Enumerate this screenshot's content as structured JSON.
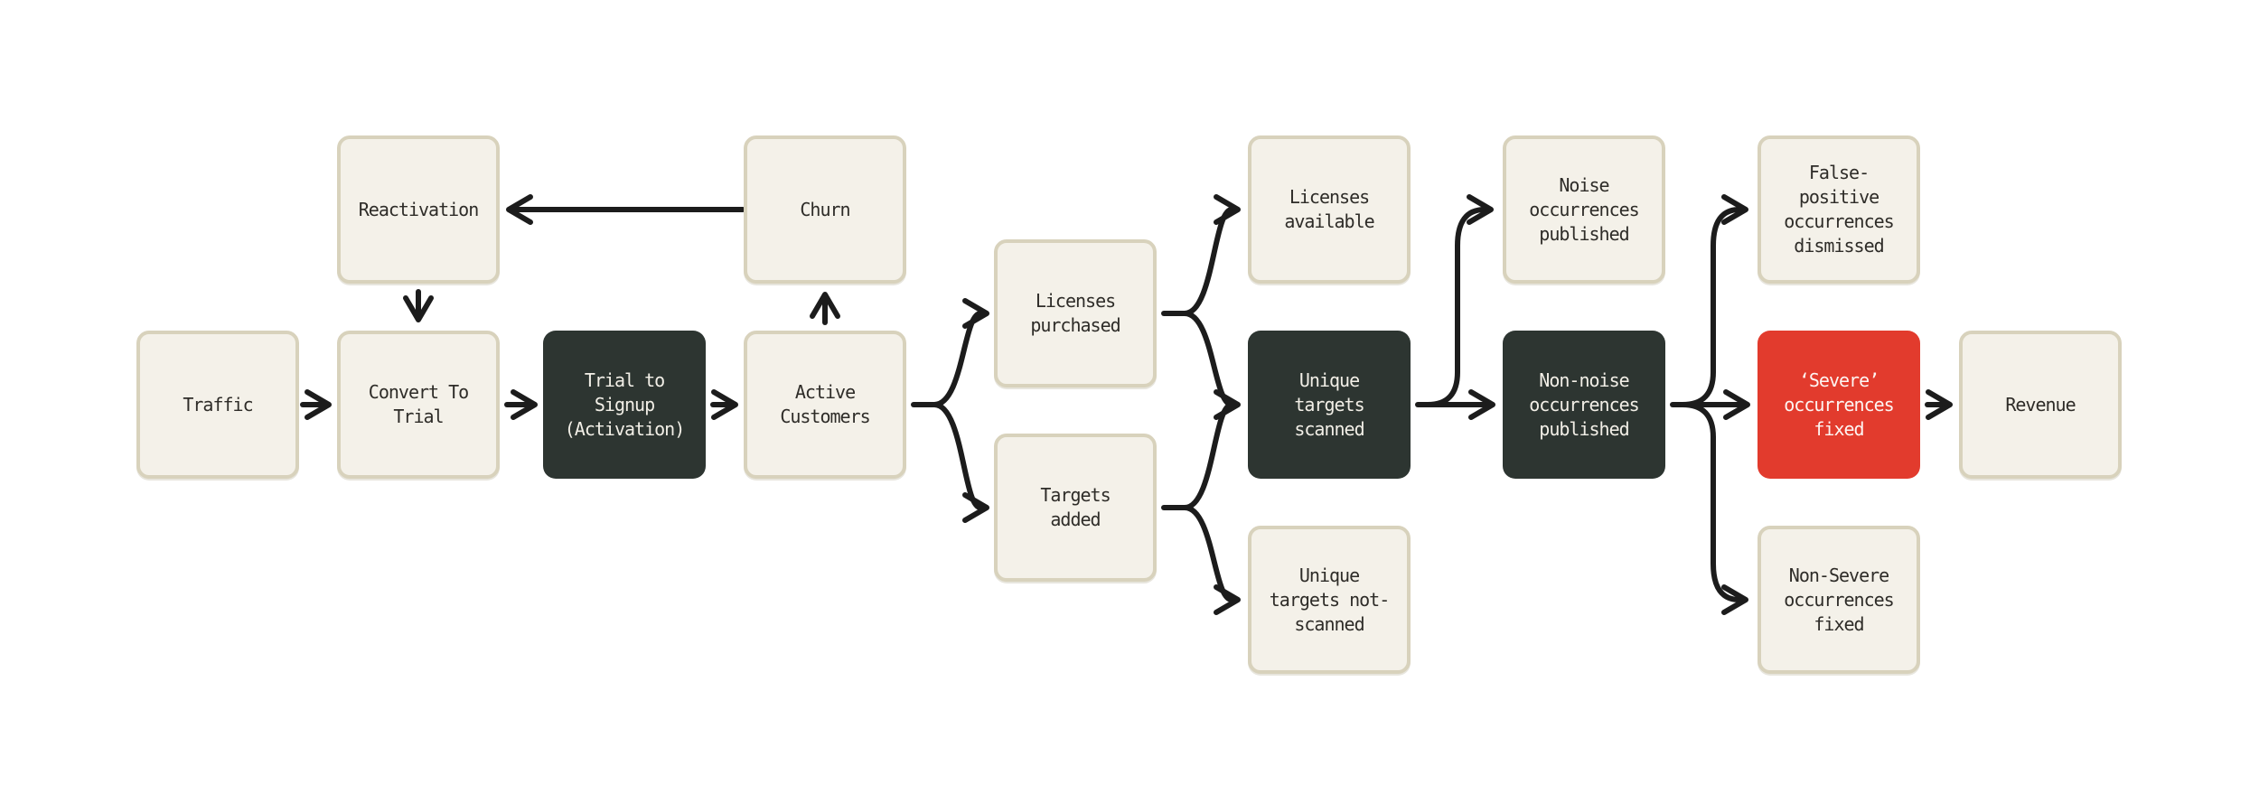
{
  "diagram": {
    "type": "flowchart",
    "background": "#ffffff",
    "nodes": {
      "traffic": {
        "label": "Traffic",
        "variant": "light"
      },
      "convert_to_trial": {
        "label": "Convert To\nTrial",
        "variant": "light"
      },
      "reactivation": {
        "label": "Reactivation",
        "variant": "light"
      },
      "trial_to_signup": {
        "label": "Trial to\nSignup\n(Activation)",
        "variant": "dark"
      },
      "churn": {
        "label": "Churn",
        "variant": "light"
      },
      "active_customers": {
        "label": "Active\nCustomers",
        "variant": "light"
      },
      "licenses_purchased": {
        "label": "Licenses\npurchased",
        "variant": "light"
      },
      "targets_added": {
        "label": "Targets\nadded",
        "variant": "light"
      },
      "licenses_available": {
        "label": "Licenses\navailable",
        "variant": "light"
      },
      "unique_targets_scanned": {
        "label": "Unique\ntargets\nscanned",
        "variant": "dark"
      },
      "unique_targets_not_scanned": {
        "label": "Unique\ntargets not-\nscanned",
        "variant": "light"
      },
      "noise_occurrences_published": {
        "label": "Noise\noccurrences\npublished",
        "variant": "light"
      },
      "non_noise_occurrences_published": {
        "label": "Non-noise\noccurrences\npublished",
        "variant": "dark"
      },
      "false_positive_occurrences_dismissed": {
        "label": "False-\npositive\noccurrences\ndismissed",
        "variant": "light"
      },
      "severe_occurrences_fixed": {
        "label": "‘Severe’\noccurrences\nfixed",
        "variant": "red"
      },
      "non_severe_occurrences_fixed": {
        "label": "Non-Severe\noccurrences\nfixed",
        "variant": "light"
      },
      "revenue": {
        "label": "Revenue",
        "variant": "light"
      }
    },
    "edges": [
      {
        "from": "traffic",
        "to": "convert_to_trial"
      },
      {
        "from": "convert_to_trial",
        "to": "trial_to_signup"
      },
      {
        "from": "trial_to_signup",
        "to": "active_customers"
      },
      {
        "from": "churn",
        "to": "reactivation"
      },
      {
        "from": "reactivation",
        "to": "convert_to_trial"
      },
      {
        "from": "active_customers",
        "to": "churn"
      },
      {
        "from": "active_customers",
        "to": "licenses_purchased"
      },
      {
        "from": "active_customers",
        "to": "targets_added"
      },
      {
        "from": "licenses_purchased",
        "to": "licenses_available"
      },
      {
        "from": "licenses_purchased",
        "to": "unique_targets_scanned"
      },
      {
        "from": "targets_added",
        "to": "unique_targets_scanned"
      },
      {
        "from": "targets_added",
        "to": "unique_targets_not_scanned"
      },
      {
        "from": "unique_targets_scanned",
        "to": "noise_occurrences_published"
      },
      {
        "from": "unique_targets_scanned",
        "to": "non_noise_occurrences_published"
      },
      {
        "from": "non_noise_occurrences_published",
        "to": "false_positive_occurrences_dismissed"
      },
      {
        "from": "non_noise_occurrences_published",
        "to": "severe_occurrences_fixed"
      },
      {
        "from": "non_noise_occurrences_published",
        "to": "non_severe_occurrences_fixed"
      },
      {
        "from": "severe_occurrences_fixed",
        "to": "revenue"
      }
    ],
    "colors": {
      "box_fill": "#f4f1e9",
      "box_border": "#d8d2bc",
      "dark_fill": "#2d3531",
      "red_fill": "#e23b2d",
      "arrow": "#1c1c1c",
      "text_dark": "#2e2c28",
      "text_light": "#f2efe7"
    }
  }
}
